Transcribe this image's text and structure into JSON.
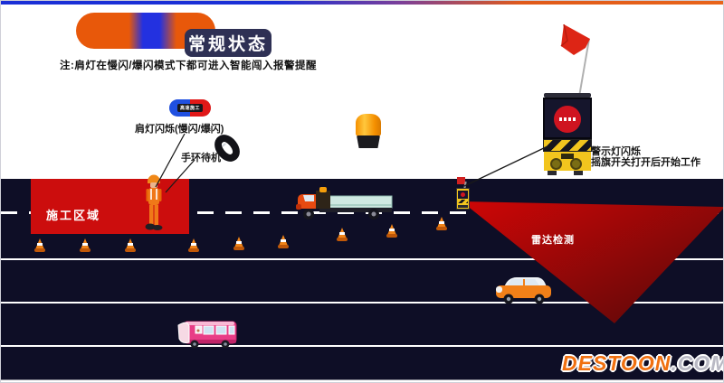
{
  "header": {
    "title": "常规状态",
    "note": "注:肩灯在慢闪/爆闪模式下都可进入智能闯入报警提醒"
  },
  "annotations": {
    "shoulder_light_label": "肩灯闪烁(慢闪/爆闪)",
    "shoulder_light_device_text": "高速施工",
    "wristband_label": "手环待机",
    "warning_light_label_line1": "警示灯闪烁",
    "warning_light_label_line2": "摇旗开关打开后开始工作"
  },
  "road": {
    "construction_zone_label": "施工区域",
    "radar_label": "雷达检测"
  },
  "watermark": {
    "brand": "DESTOON",
    "suffix": ".COM"
  },
  "colors": {
    "top_bar_blue": "#1b2fd6",
    "accent_orange": "#e8580a",
    "badge_navy": "#2e3054",
    "road_navy": "#0e0e26",
    "zone_red": "#cc0d0d",
    "radar_dark_red": "#5a0a0a",
    "device_yellow": "#f2c51e"
  }
}
